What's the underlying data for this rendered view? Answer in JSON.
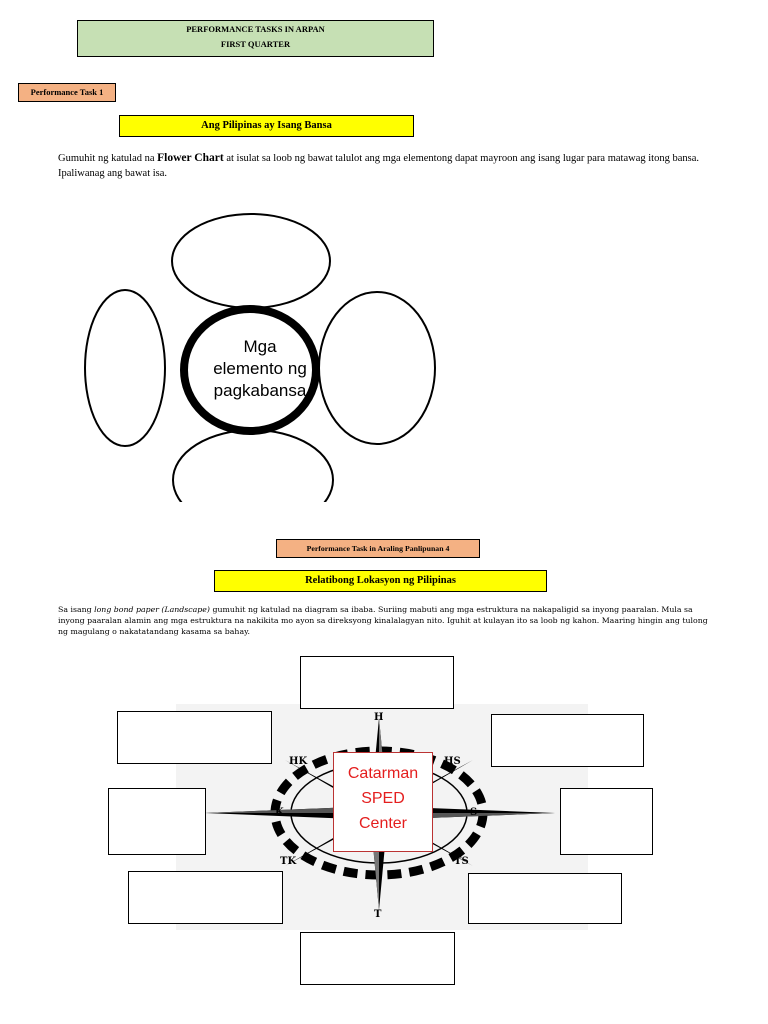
{
  "header": {
    "line1": "PERFORMANCE TASKS IN ARPAN",
    "line2": "FIRST QUARTER"
  },
  "task1": {
    "tag": "Performance Task 1",
    "title": "Ang Pilipinas ay Isang Bansa",
    "instruction_pre": "Gumuhit ng katulad na ",
    "instruction_bold": "Flower Chart",
    "instruction_post": " at isulat sa loob ng bawat talulot ang mga elementong dapat mayroon ang isang lugar para matawag itong bansa. Ipaliwanag ang bawat isa.",
    "flower_center": {
      "line1": "Mga",
      "line2": "elemento ng",
      "line3": "pagkabansa"
    }
  },
  "task2": {
    "tag": "Performance Task in Araling Panlipunan 4",
    "title": "Relatibong Lokasyon ng Pilipinas",
    "instruction_pre": "Sa isang ",
    "instruction_italic": "long bond paper (Landscape)",
    "instruction_post": " gumuhit ng katulad na diagram sa ibaba. Suriing mabuti ang mga estruktura na nakapaligid sa inyong paaralan. Mula sa inyong paaralan alamin ang mga estruktura na nakikita mo ayon sa direksyong kinalalagyan nito. Iguhit at kulayan ito sa loob ng kahon. Maaring hingin ang tulong ng magulang o nakatatandang kasama sa bahay.",
    "compass": {
      "north": "H",
      "south": "T",
      "east": "S",
      "west": "K",
      "northwest": "HK",
      "northeast": "HS",
      "southwest": "TK",
      "southeast": "TS"
    },
    "center_label": {
      "line1": "Catarman",
      "line2": "SPED",
      "line3": "Center"
    }
  },
  "colors": {
    "header_bg": "#c6e0b4",
    "tag_bg": "#f4b183",
    "title_bg": "#ffff00",
    "center_text": "#e41e1e"
  }
}
